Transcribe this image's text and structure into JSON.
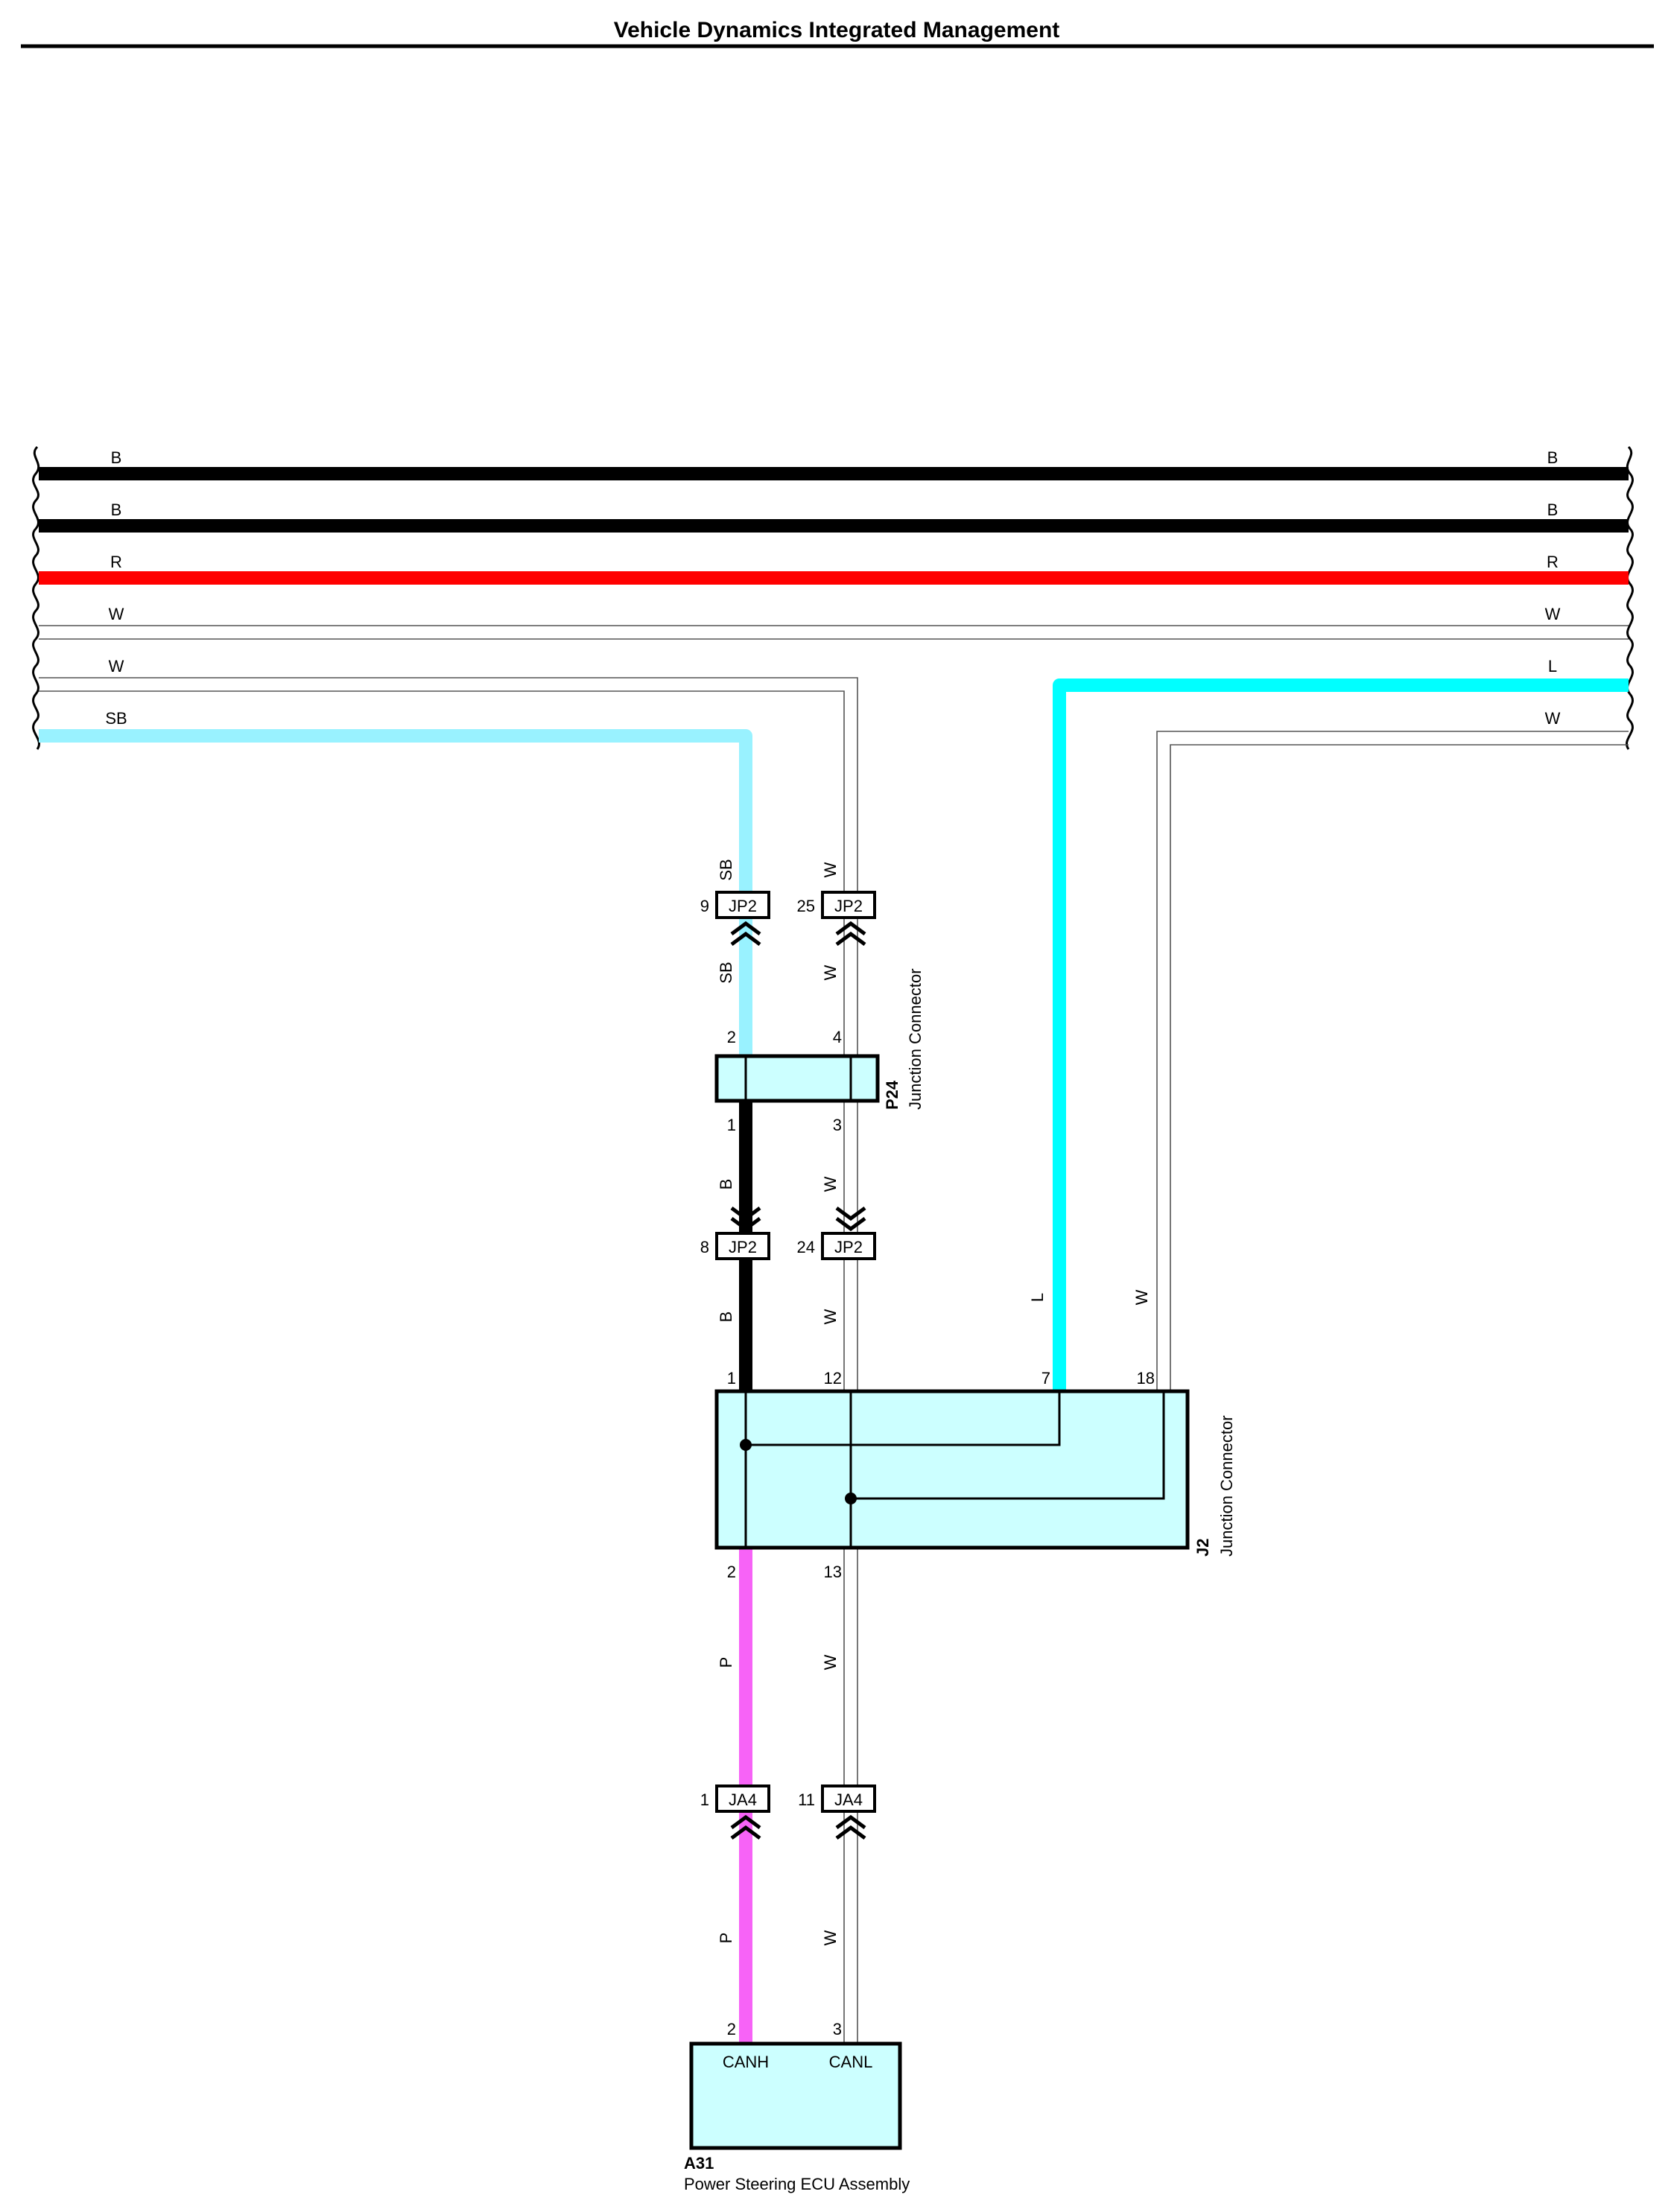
{
  "title": "Vehicle Dynamics Integrated Management",
  "colors": {
    "B": "#000000",
    "R": "#ff0000",
    "SB": "#99f2ff",
    "L": "#00ffff",
    "P": "#f763f7",
    "W": "#ffffff",
    "component_fill": "#ccffff"
  },
  "harness": {
    "left_labels": [
      "B",
      "B",
      "R",
      "W",
      "W",
      "SB"
    ],
    "right_labels": [
      "B",
      "B",
      "R",
      "W",
      "L",
      "W"
    ]
  },
  "wires": {
    "sb_upper": "SB",
    "sb_lower": "SB",
    "w_upper": "W",
    "w_lower": "W",
    "b_upper": "B",
    "b_lower": "B",
    "w_mid_upper": "W",
    "w_mid_lower": "W",
    "l_j2": "L",
    "w_j2": "W",
    "p_upper": "P",
    "p_lower": "P",
    "w_bottom_upper": "W",
    "w_bottom_lower": "W"
  },
  "inline_connectors": [
    {
      "code": "JP2",
      "pin": "9"
    },
    {
      "code": "JP2",
      "pin": "25"
    },
    {
      "code": "JP2",
      "pin": "8"
    },
    {
      "code": "JP2",
      "pin": "24"
    },
    {
      "code": "JA4",
      "pin": "1"
    },
    {
      "code": "JA4",
      "pin": "11"
    }
  ],
  "p24": {
    "id": "P24",
    "name": "Junction Connector",
    "pins": {
      "top_left": "2",
      "top_right": "4",
      "bottom_left": "1",
      "bottom_right": "3"
    }
  },
  "j2": {
    "id": "J2",
    "name": "Junction Connector",
    "pins": {
      "top_1": "1",
      "top_2": "12",
      "top_3": "7",
      "top_4": "18",
      "bottom_1": "2",
      "bottom_2": "13"
    }
  },
  "a31": {
    "id": "A31",
    "name": "Power Steering ECU Assembly",
    "pins": {
      "left": "2",
      "right": "3"
    },
    "signals": {
      "left": "CANH",
      "right": "CANL"
    }
  }
}
